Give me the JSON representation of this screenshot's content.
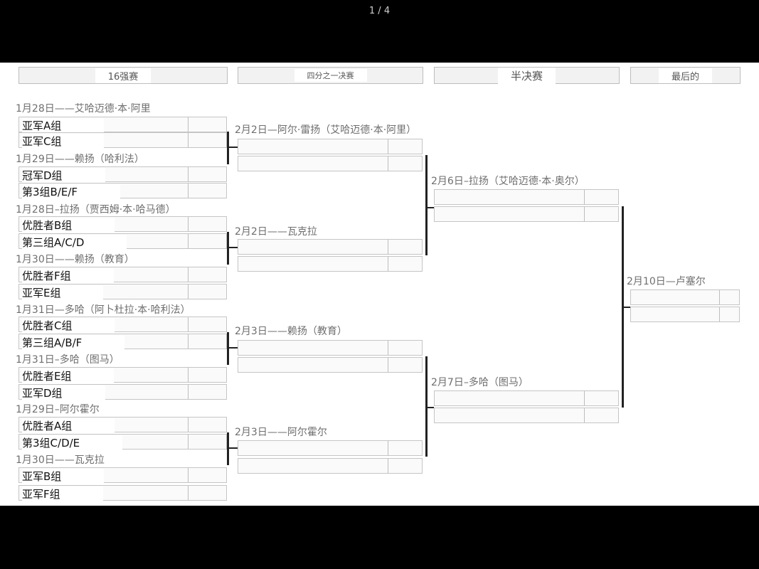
{
  "viewer": {
    "page_indicator": "1 / 4"
  },
  "headers": {
    "round16": "16强赛",
    "quarter": "四分之一决赛",
    "semi": "半决赛",
    "final": "最后的"
  },
  "round16": {
    "matches": [
      {
        "label": "1月28日——艾哈迈德·本·阿里",
        "team1": "亚军A组",
        "team2": "亚军C组"
      },
      {
        "label": "1月29日——赖扬（哈利法）",
        "team1": "冠军D组",
        "team2": "第3组B/E/F"
      },
      {
        "label": "1月28日–拉扬（贾西姆·本·哈马德）",
        "team1": "优胜者B组",
        "team2": "第三组A/C/D"
      },
      {
        "label": "1月30日——赖扬（教育）",
        "team1": "优胜者F组",
        "team2": "亚军E组"
      },
      {
        "label": "1月31日—多哈（阿卜杜拉·本·哈利法）",
        "team1": "优胜者C组",
        "team2": "第三组A/B/F"
      },
      {
        "label": "1月31日–多哈（图马）",
        "team1": "优胜者E组",
        "team2": "亚军D组"
      },
      {
        "label": "1月29日–阿尔霍尔",
        "team1": "优胜者A组",
        "team2": "第3组C/D/E"
      },
      {
        "label": "1月30日——瓦克拉",
        "team1": "亚军B组",
        "team2": "亚军F组"
      }
    ]
  },
  "quarter": {
    "matches": [
      {
        "label": "2月2日—阿尔·雷扬（艾哈迈德·本·阿里）"
      },
      {
        "label": "2月2日——瓦克拉"
      },
      {
        "label": "2月3日——赖扬（教育）"
      },
      {
        "label": "2月3日——阿尔霍尔"
      }
    ]
  },
  "semi": {
    "matches": [
      {
        "label": "2月6日–拉扬（艾哈迈德·本·奥尔）"
      },
      {
        "label": "2月7日–多哈（图马）"
      }
    ]
  },
  "final": {
    "matches": [
      {
        "label": "2月10日—卢塞尔"
      }
    ]
  }
}
